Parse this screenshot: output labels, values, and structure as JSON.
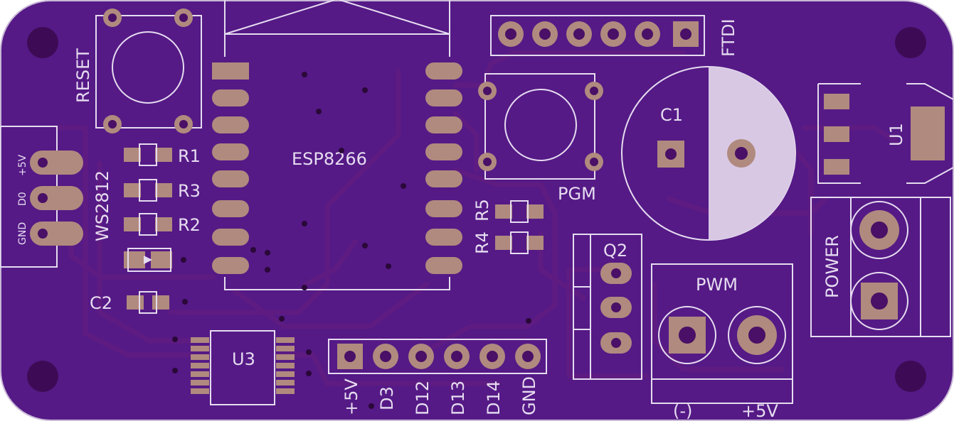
{
  "board": {
    "colors": {
      "substrate": "#551a86",
      "silkscreen": "#e6dcf0",
      "copper_pad": "#b08a7e",
      "drill": "#3d0b55"
    },
    "labels": {
      "reset": "RESET",
      "esp": "ESP8266",
      "ftdi": "FTDI",
      "c1": "C1",
      "u1": "U1",
      "pgm": "PGM",
      "r1": "R1",
      "r3": "R3",
      "r2": "R2",
      "r5": "R5",
      "r4": "R4",
      "c2": "C2",
      "u3": "U3",
      "q2": "Q2",
      "pwm": "PWM",
      "power": "POWER",
      "ws2812": "WS2812",
      "ws_plus5v": "+5V",
      "ws_d0": "D0",
      "ws_gnd": "GND",
      "hdr_plus5v": "+5V",
      "hdr_d3": "D3",
      "hdr_d12": "D12",
      "hdr_d13": "D13",
      "hdr_d14": "D14",
      "hdr_gnd": "GND",
      "pwm_minus": "(-)",
      "pwm_plus": "+5V"
    }
  }
}
